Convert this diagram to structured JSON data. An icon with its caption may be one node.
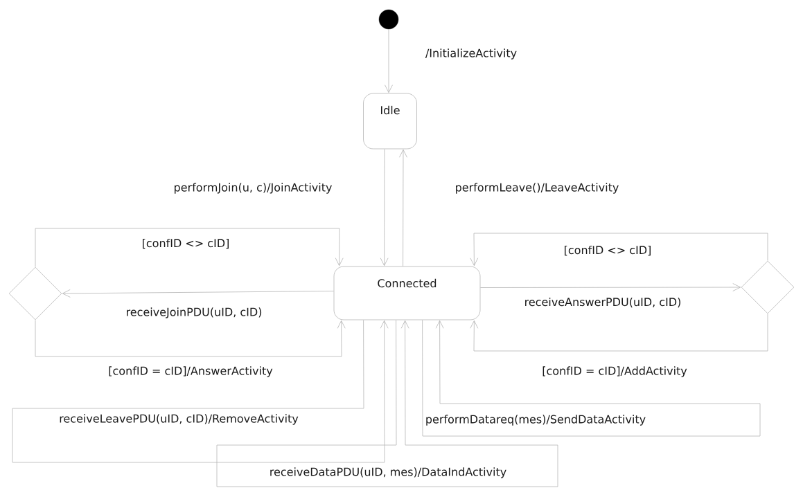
{
  "diagram": {
    "nodes": [
      {
        "text": [],
        "shape": "circle"
      },
      {
        "text": [
          "Idle"
        ]
      },
      {
        "text": [
          "Connected"
        ]
      },
      {
        "text": [],
        "shape": "diamond"
      },
      {
        "text": [],
        "shape": "diamond"
      }
    ],
    "edges": [
      {
        "from": 0,
        "to": 1,
        "arrow": "to",
        "label": "/InitializeActivity"
      },
      {
        "from": 1,
        "to": 2,
        "arrow": "to",
        "label": "performJoin(u, c)/JoinActivity"
      },
      {
        "from": 2,
        "to": 1,
        "arrow": "to",
        "label": "performLeave()/LeaveActivity"
      },
      {
        "from": 2,
        "to": 3,
        "arrow": "to",
        "label": "receiveJoinPDU(uID, cID)"
      },
      {
        "from": 3,
        "to": 2,
        "arrow": "to",
        "label": "[confID <> cID]"
      },
      {
        "from": 3,
        "to": 2,
        "arrow": "to",
        "label": "[confID = cID]/AnswerActivity"
      },
      {
        "from": 2,
        "to": 4,
        "arrow": "to",
        "label": "receiveAnswerPDU(uID, cID)"
      },
      {
        "from": 4,
        "to": 2,
        "arrow": "to",
        "label": "[confID <> cID]"
      },
      {
        "from": 4,
        "to": 2,
        "arrow": "to",
        "label": "[confID = cID]/AddActivity"
      },
      {
        "from": 2,
        "to": 2,
        "arrow": "to",
        "label": "receiveLeavePDU(uID, cID)/RemoveActivity"
      },
      {
        "from": 2,
        "to": 2,
        "arrow": "to",
        "label": "receiveDataPDU(uID, mes)/DataIndActivity"
      },
      {
        "from": 2,
        "to": 2,
        "arrow": "to",
        "label": "performDatareq(mes)/SendDataActivity"
      }
    ]
  }
}
